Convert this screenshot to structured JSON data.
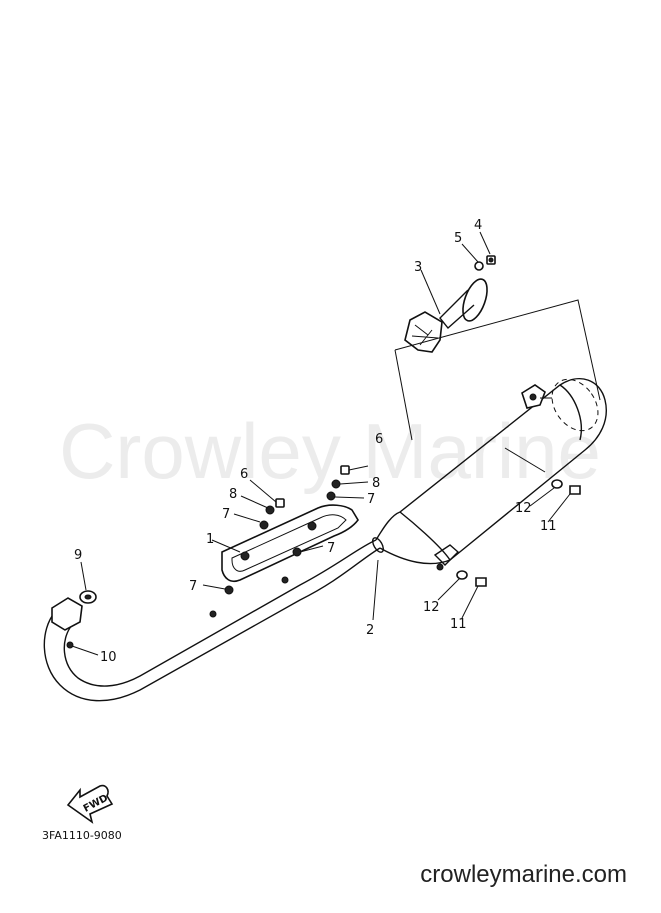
{
  "watermark": "Crowley Marine",
  "diagram_code": "3FA1110-9080",
  "fwd_label": "FWD",
  "site_url": "crowleymarine.com",
  "callouts": [
    {
      "id": "c1",
      "label": "1"
    },
    {
      "id": "c2",
      "label": "2"
    },
    {
      "id": "c3",
      "label": "3"
    },
    {
      "id": "c4",
      "label": "4"
    },
    {
      "id": "c5",
      "label": "5"
    },
    {
      "id": "c6a",
      "label": "6"
    },
    {
      "id": "c6b",
      "label": "6"
    },
    {
      "id": "c7a",
      "label": "7"
    },
    {
      "id": "c7b",
      "label": "7"
    },
    {
      "id": "c7c",
      "label": "7"
    },
    {
      "id": "c7d",
      "label": "7"
    },
    {
      "id": "c8a",
      "label": "8"
    },
    {
      "id": "c8b",
      "label": "8"
    },
    {
      "id": "c9",
      "label": "9"
    },
    {
      "id": "c10",
      "label": "10"
    },
    {
      "id": "c11a",
      "label": "11"
    },
    {
      "id": "c11b",
      "label": "11"
    },
    {
      "id": "c12a",
      "label": "12"
    },
    {
      "id": "c12b",
      "label": "12"
    }
  ]
}
